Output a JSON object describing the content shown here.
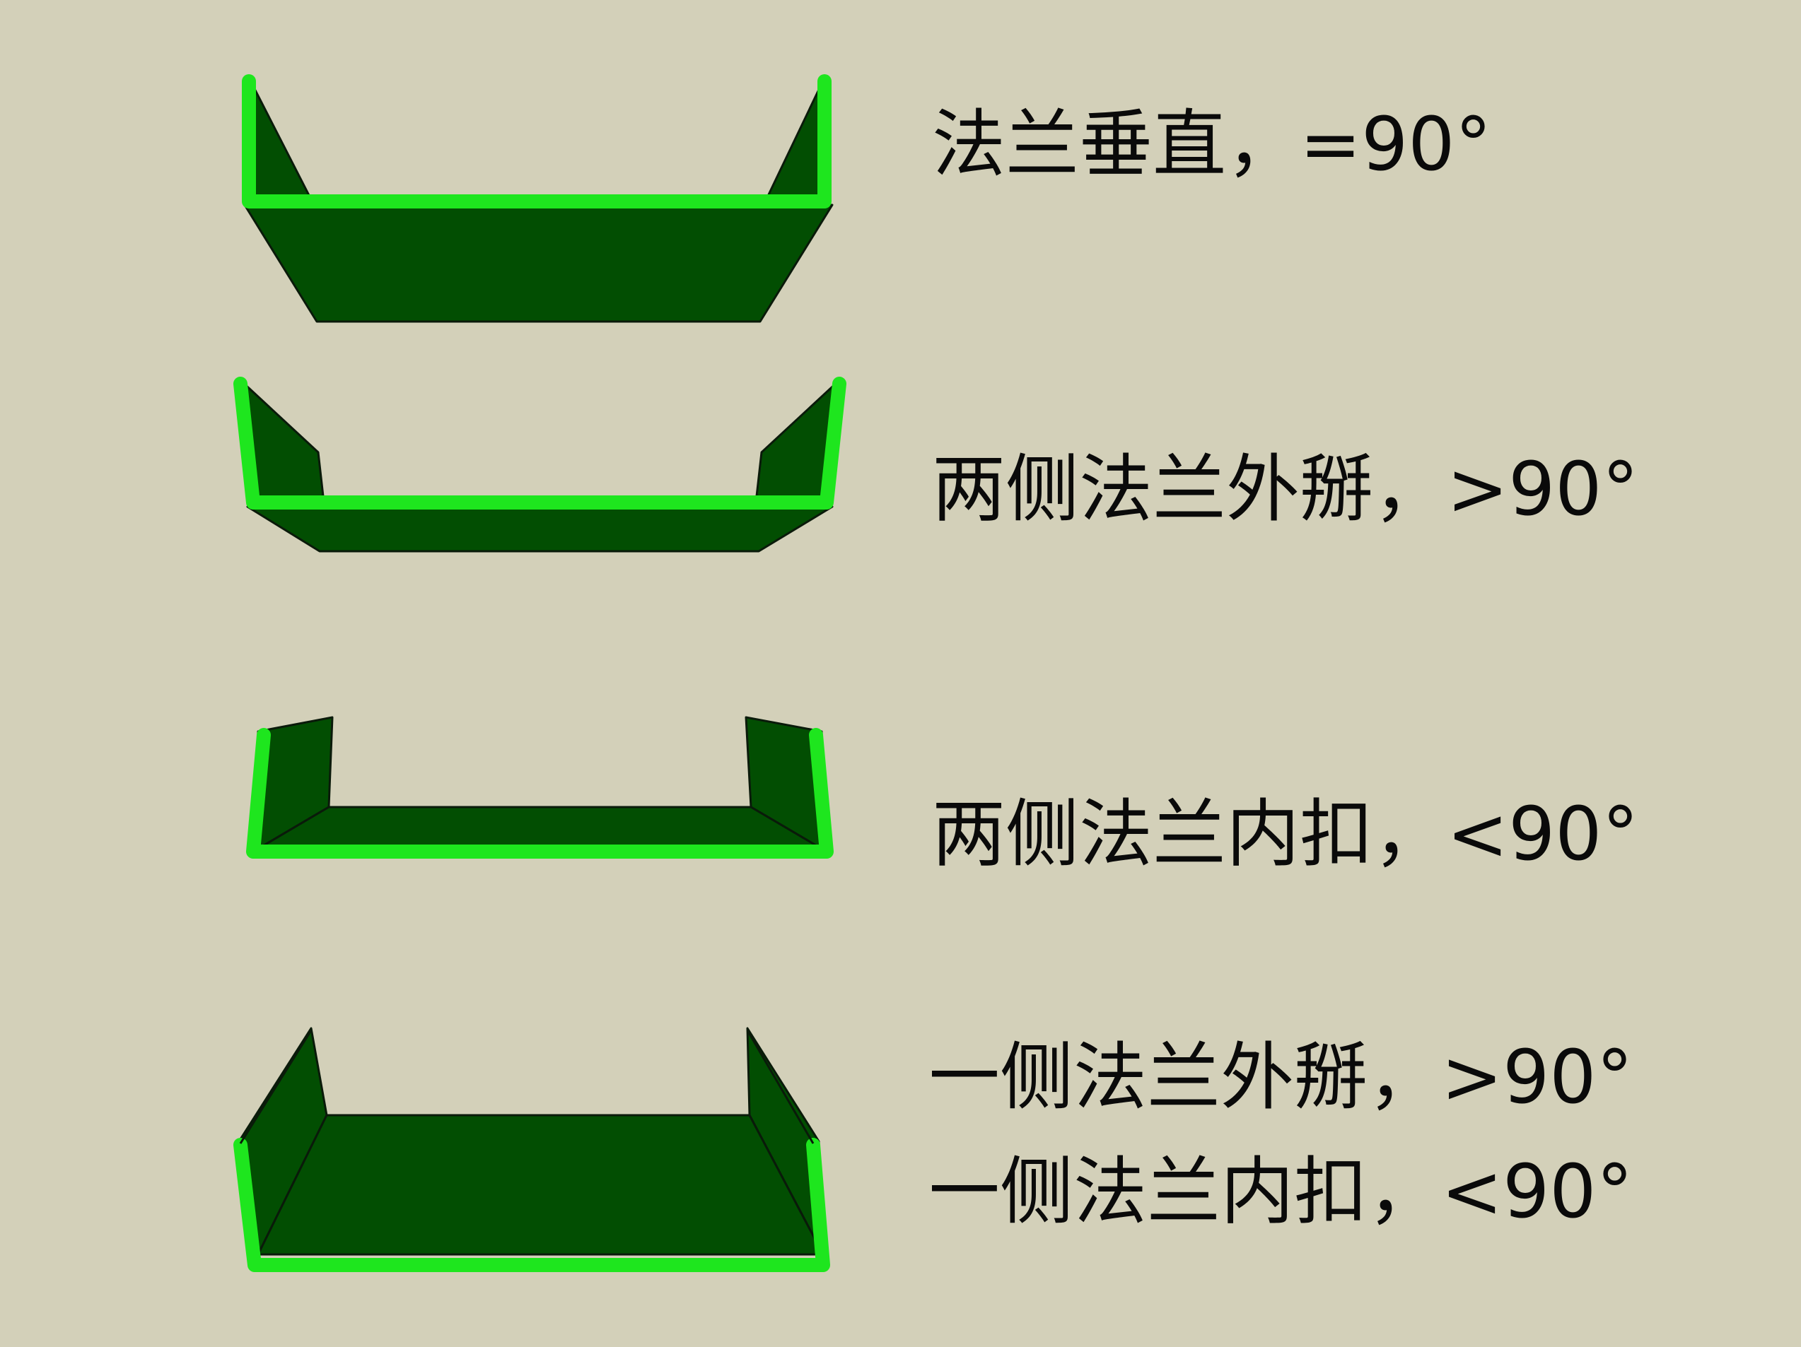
{
  "colors": {
    "background": "#d3d0b9",
    "fill_dark_green": "#024e02",
    "edge_bright_green": "#1ee61e",
    "outline": "#0a1a0a",
    "text": "#0a0a0a"
  },
  "labels": [
    "法兰垂直，=90°",
    "两侧法兰外掰，>90°",
    "两侧法兰内扣，<90°",
    "一侧法兰外掰，>90°",
    "一侧法兰内扣，<90°"
  ]
}
